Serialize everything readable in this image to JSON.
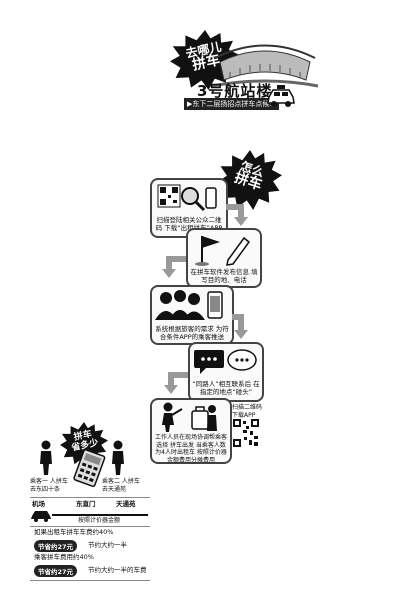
{
  "header": {
    "burst_line1": "去哪儿",
    "burst_line2": "拼车",
    "line_title": "3号航站楼",
    "subtitle": "▶东下二层扬招点拼车点候车"
  },
  "howto": {
    "burst_line1": "怎么",
    "burst_line2": "拼车",
    "steps": [
      {
        "text": "扫描登陆相关公众二维码 下载“出租拼车”APP"
      },
      {
        "text": "在拼车软件发布信息 填写目的地、电话"
      },
      {
        "text": "系统根据旅客的需求 为符合条件APP的乘客推送"
      },
      {
        "text": "“同路人”相互联系后 在指定的地点“碰头”"
      },
      {
        "text": "工作人员在现场协调帮乘客选择 拼车出发 当乘客人数为4人时出租车 按照计价器金额费用分摊费用"
      }
    ],
    "qr_caption": "扫描二维码 下载APP"
  },
  "cost": {
    "burst_line1": "拼车",
    "burst_line2": "省多少",
    "person_left": "乘客一 人拼车 去东四十条",
    "person_right": "乘客二 人拼车 去天通苑",
    "route_label_1": "机场",
    "route_label_2": "东直门",
    "route_label_3": "天通苑",
    "fare_note": "按照计价器金额",
    "row1": "如果出租车拼车车费约40%",
    "row2_pill": "节省约27元",
    "row2_note": "节约大约一半",
    "row3": "乘客拼车费用约40%",
    "row4_pill": "节省约27元",
    "row4_note": "节约大约一半的车费"
  },
  "colors": {
    "ink": "#111111",
    "arrow": "#999999",
    "card_border": "#444444"
  }
}
